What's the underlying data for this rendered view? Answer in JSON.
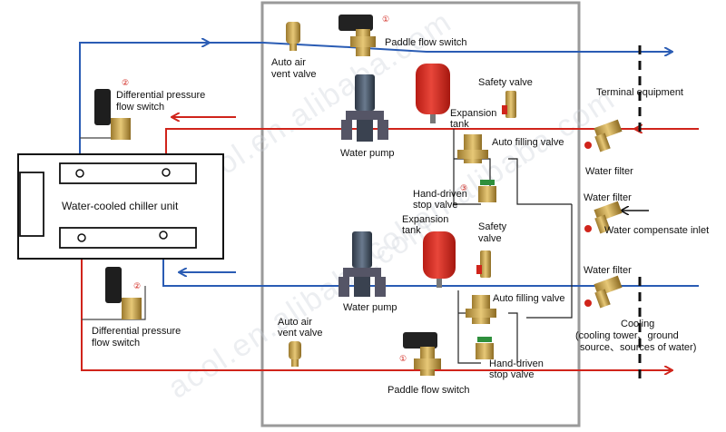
{
  "watermarks": [
    "acol.en.alibaba.com",
    "acol.en.alibaba.com",
    "acol.en.alibaba.com"
  ],
  "labels": {
    "paddle_flow_top": "Paddle flow switch",
    "paddle_flow_bottom": "Paddle flow switch",
    "auto_air_vent_top_1": "Auto air",
    "auto_air_vent_top_2": "vent valve",
    "auto_air_vent_bottom_1": "Auto air",
    "auto_air_vent_bottom_2": "vent valve",
    "diff_pressure_top_1": "Differential pressure",
    "diff_pressure_top_2": "flow switch",
    "diff_pressure_bottom_1": "Differential pressure",
    "diff_pressure_bottom_2": "flow switch",
    "safety_valve_top": "Safety valve",
    "safety_valve_bottom_1": "Safety",
    "safety_valve_bottom_2": "valve",
    "expansion_tank_top_1": "Expansion",
    "expansion_tank_top_2": "tank",
    "expansion_tank_bottom_1": "Expansion",
    "expansion_tank_bottom_2": "tank",
    "water_pump_top": "Water pump",
    "water_pump_bottom": "Water pump",
    "auto_filling_top": "Auto filling valve",
    "auto_filling_bottom": "Auto filling valve",
    "hand_stop_top_1": "Hand-driven",
    "hand_stop_top_2": "stop valve",
    "hand_stop_bottom_1": "Hand-driven",
    "hand_stop_bottom_2": "stop valve",
    "terminal_equipment": "Terminal equipment",
    "water_filter_1": "Water filter",
    "water_filter_2": "Water filter",
    "water_filter_3": "Water filter",
    "water_compensate": "Water compensate inlet",
    "chiller_unit": "Water-cooled chiller unit",
    "cooling_1": "Cooling",
    "cooling_2": "(cooling tower、ground",
    "cooling_3": "source、sources of water)"
  },
  "markers": {
    "m1_top": "①",
    "m1_bottom": "①",
    "m2_top": "②",
    "m2_bottom": "②",
    "m3": "③"
  },
  "colors": {
    "supply": "#d0241b",
    "return": "#2a5cb4",
    "frame": "#9a9a9a",
    "tank": "#d52a20",
    "brass": "#c8a24a",
    "pump": "#3d4a5a"
  }
}
